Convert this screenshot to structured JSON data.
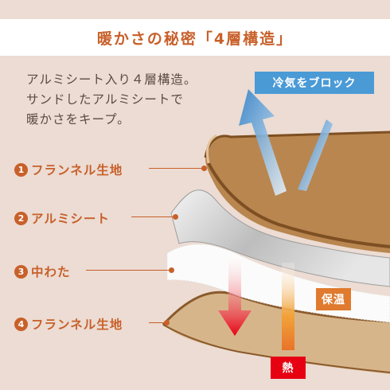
{
  "header": {
    "title": "暖かさの秘密「4層構造」"
  },
  "intro": {
    "lines": [
      "アルミシート入り４層構造。",
      "サンドしたアルミシートで",
      "暖かさをキープ。"
    ]
  },
  "layers": [
    {
      "number": "1",
      "label": "フランネル生地"
    },
    {
      "number": "2",
      "label": "アルミシート"
    },
    {
      "number": "3",
      "label": "中わた"
    },
    {
      "number": "4",
      "label": "フランネル生地"
    }
  ],
  "tags": {
    "cold_block": "冷気をブロック",
    "warmth": "保温",
    "heat": "熱"
  },
  "colors": {
    "accent": "#c8602a",
    "cold_tag": "#4a9ad6",
    "warm_tag": "#e07a2e",
    "heat_tag": "#e60012"
  }
}
